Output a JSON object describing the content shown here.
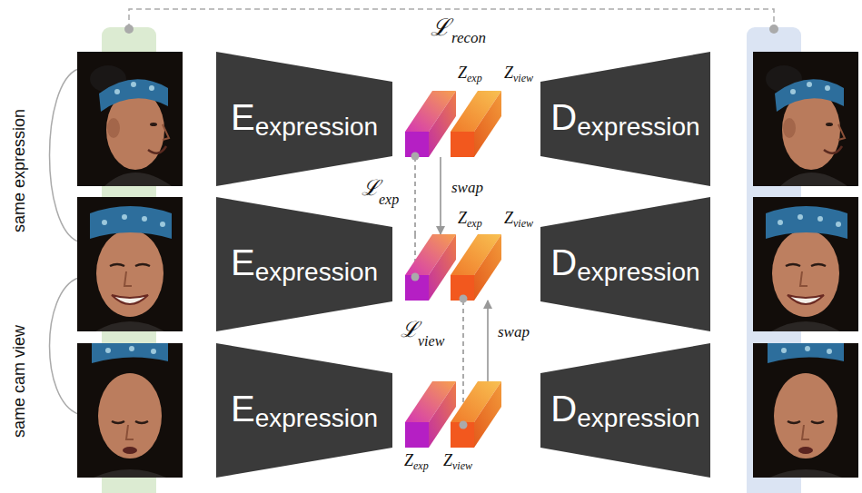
{
  "diagram": {
    "nodes": [
      {
        "text": [
          "E",
          "expression"
        ]
      },
      {
        "text": [
          "Z",
          "exp"
        ]
      },
      {
        "text": [
          "Z",
          "view"
        ]
      },
      {
        "text": [
          "D",
          "expression"
        ]
      },
      {
        "text": [
          "E",
          "expression"
        ]
      },
      {
        "text": [
          "Z",
          "exp"
        ]
      },
      {
        "text": [
          "Z",
          "view"
        ]
      },
      {
        "text": [
          "D",
          "expression"
        ]
      },
      {
        "text": [
          "E",
          "expression"
        ]
      },
      {
        "text": [
          "Z",
          "exp"
        ]
      },
      {
        "text": [
          "Z",
          "view"
        ]
      },
      {
        "text": [
          "D",
          "expression"
        ]
      }
    ],
    "edges": [
      {
        "from": 1,
        "to": 5,
        "arrow": "none"
      },
      {
        "from": 1,
        "to": 5,
        "arrow": "to",
        "label": "swap"
      },
      {
        "from": 6,
        "to": 10,
        "arrow": "none"
      },
      {
        "from": 10,
        "to": 6,
        "arrow": "to",
        "label": "swap"
      }
    ],
    "labels": [
      "ℒ",
      "recon",
      "same expression",
      "same cam view",
      "ℒ",
      "exp",
      "ℒ",
      "view"
    ]
  }
}
